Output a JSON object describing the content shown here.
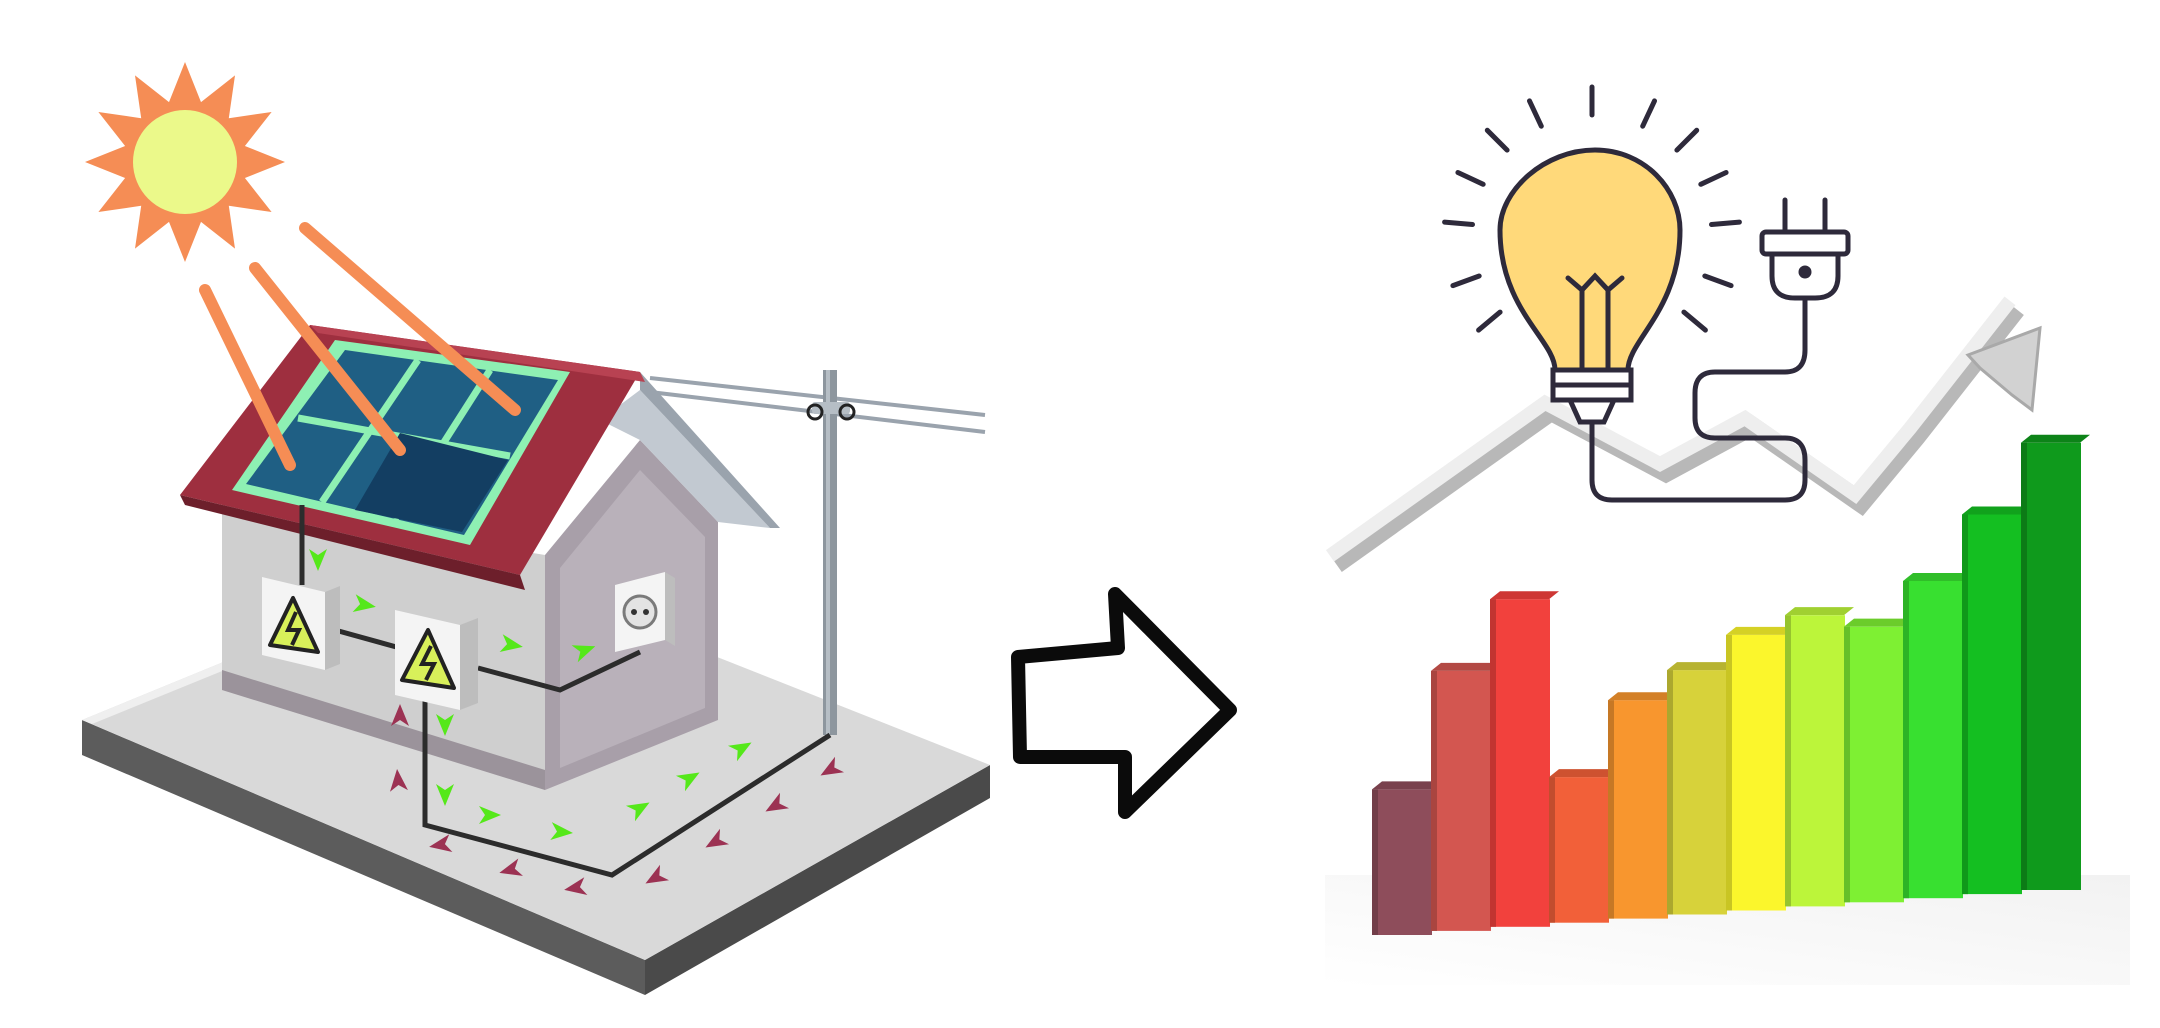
{
  "panels": [
    {
      "name": "solar-house",
      "icon": "solar-house-icon"
    },
    {
      "name": "flow-arrow",
      "icon": "right-arrow-icon"
    },
    {
      "name": "energy-growth",
      "icon": "bar-chart-icon"
    }
  ],
  "house": {
    "panel_grid": {
      "rows": 2,
      "cols": 3
    },
    "flow_colors": {
      "solar": "#55e81a",
      "grid": "#9c3253"
    }
  },
  "bulb": {
    "icon": "light-bulb-icon",
    "plug_icon": "plug-icon",
    "fill": "#ffd97a",
    "stroke": "#2e2a3b"
  },
  "energy_chart": {
    "type": "bar",
    "trend": "rising",
    "bar_levels": [
      0.28,
      0.5,
      0.63,
      0.28,
      0.42,
      0.47,
      0.53,
      0.56,
      0.53,
      0.61,
      0.73,
      0.86
    ],
    "bar_colors": [
      "#8e4d5b",
      "#d35650",
      "#f2413d",
      "#f26039",
      "#f8962e",
      "#d7d23a",
      "#fbf62c",
      "#bcf53a",
      "#7ef033",
      "#38e030",
      "#14bf21",
      "#0f9a1c"
    ],
    "trend_line": [
      0.42,
      0.72,
      0.6,
      0.69,
      0.54,
      0.67,
      0.92
    ]
  }
}
